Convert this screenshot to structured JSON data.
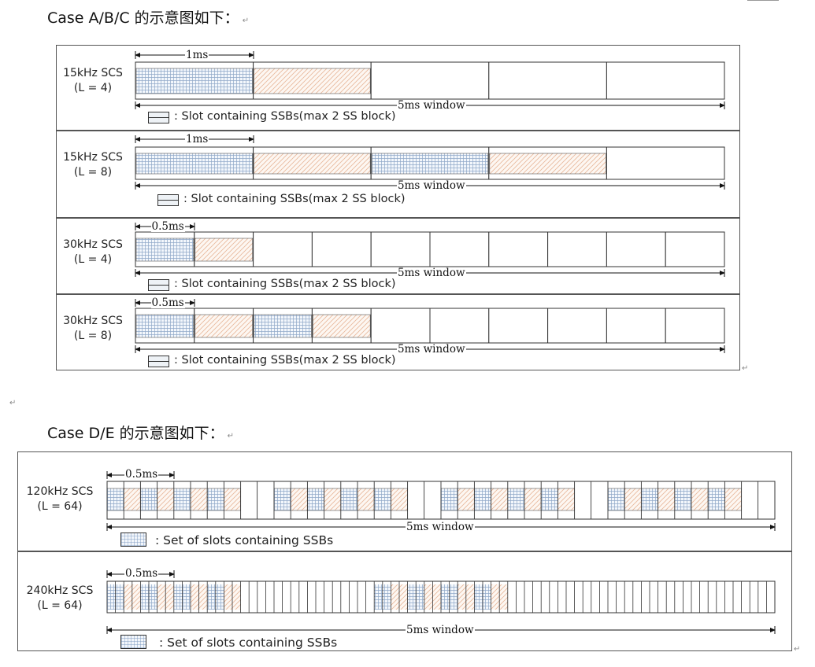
{
  "headings": {
    "case_abc": "Case A/B/C 的示意图如下：",
    "case_de": "Case D/E 的示意图如下："
  },
  "return_mark": "↵",
  "colors": {
    "blue_hatch": "#8fa8c8",
    "orange_hatch": "#e8b79a",
    "border": "#333333"
  },
  "abc_rows": [
    {
      "scs": "15kHz SCS",
      "L": "(L = 4)",
      "duration": "1ms",
      "window": "5ms window",
      "legend": ": Slot containing SSBs(max 2 SS block)",
      "slots": [
        "blue",
        "orange",
        "empty",
        "empty",
        "empty"
      ]
    },
    {
      "scs": "15kHz SCS",
      "L": "(L = 8)",
      "duration": "1ms",
      "window": "5ms window",
      "legend": ": Slot containing SSBs(max 2 SS block)",
      "slots": [
        "blue",
        "orange",
        "blue",
        "orange",
        "empty"
      ]
    },
    {
      "scs": "30kHz SCS",
      "L": "(L = 4)",
      "duration": "0.5ms",
      "window": "5ms window",
      "legend": ": Slot containing SSBs(max 2 SS block)",
      "slots": [
        "blue",
        "orange",
        "empty",
        "empty",
        "empty",
        "empty",
        "empty",
        "empty",
        "empty",
        "empty"
      ]
    },
    {
      "scs": "30kHz SCS",
      "L": "(L = 8)",
      "duration": "0.5ms",
      "window": "5ms window",
      "legend": ": Slot containing SSBs(max 2 SS block)",
      "slots": [
        "blue",
        "orange",
        "blue",
        "orange",
        "empty",
        "empty",
        "empty",
        "empty",
        "empty",
        "empty"
      ]
    }
  ],
  "de_rows": [
    {
      "scs": "120kHz SCS",
      "L": "(L = 64)",
      "duration": "0.5ms",
      "window": "5ms window",
      "legend": ": Set of slots containing SSBs"
    },
    {
      "scs": "240kHz SCS",
      "L": "(L = 64)",
      "duration": "0.5ms",
      "window": "5ms window",
      "legend": ": Set of slots containing SSBs"
    }
  ]
}
